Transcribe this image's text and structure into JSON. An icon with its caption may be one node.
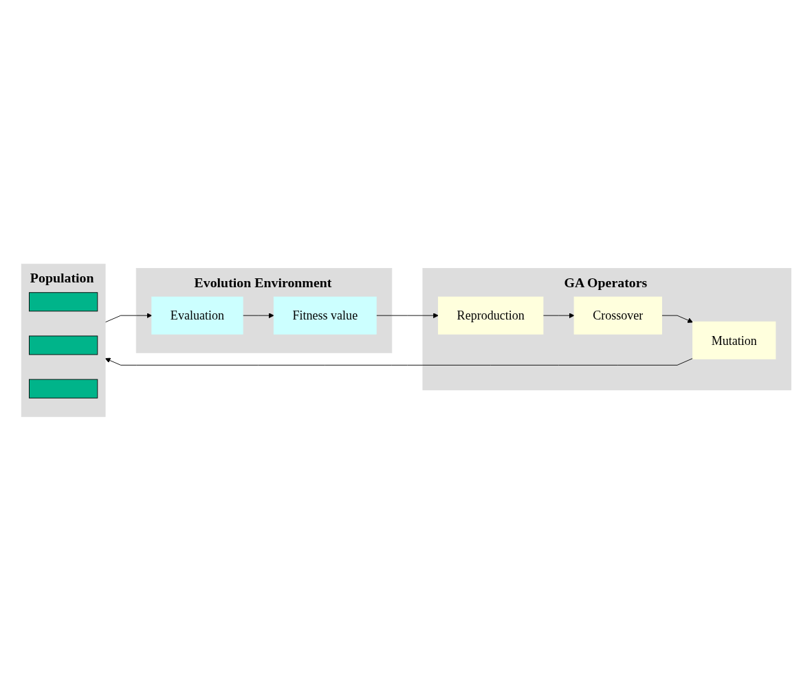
{
  "diagram": {
    "nodes": [
      {
        "text": [
          "Population"
        ]
      },
      {
        "text": [],
        "shape": "bar",
        "in": 0
      },
      {
        "text": [],
        "shape": "bar",
        "in": 0
      },
      {
        "text": [],
        "shape": "bar",
        "in": 0
      },
      {
        "text": [
          "GA Operators"
        ]
      },
      {
        "text": [
          "Mutation"
        ],
        "in": 4
      },
      {
        "text": [
          "Crossover"
        ],
        "in": 4
      },
      {
        "text": [
          "Reproduction"
        ],
        "in": 4
      },
      {
        "text": [
          "Evolution Environment"
        ]
      },
      {
        "text": [
          "Evaluation"
        ],
        "in": 8
      },
      {
        "text": [
          "Fitness value"
        ],
        "in": 8
      }
    ],
    "edges": [
      {
        "from": 0,
        "to": 9,
        "arrow": "to"
      },
      {
        "from": 9,
        "to": 10,
        "arrow": "to"
      },
      {
        "from": 10,
        "to": 7,
        "arrow": "to"
      },
      {
        "from": 7,
        "to": 6,
        "arrow": "to"
      },
      {
        "from": 6,
        "to": 5,
        "arrow": "to"
      },
      {
        "from": 5,
        "to": 0,
        "arrow": "to"
      }
    ]
  }
}
